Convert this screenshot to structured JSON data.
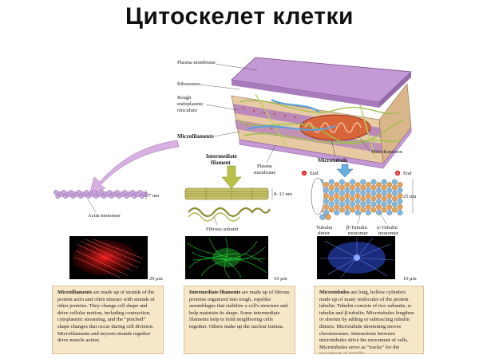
{
  "title": "Цитоскелет  клетки",
  "labels": {
    "plasma_membrane_top": "Plasma membrane",
    "ribosomes": "Ribosomes",
    "rough_er_1": "Rough",
    "rough_er_2": "endoplasmic",
    "rough_er_3": "reticulum",
    "microfilaments": "Microfilaments",
    "intermediate_1": "Intermediate",
    "intermediate_2": "filament",
    "plasma_membrane_mid_1": "Plasma",
    "plasma_membrane_mid_2": "membrane",
    "microtubule": "Microtubule",
    "mitochondrion": "Mitochondrion",
    "actin_monomer": "Actin monomer",
    "fibrous_subunit": "Fibrous subunit",
    "end_minus": "End",
    "end_plus": "End",
    "tubulin_dimer_1": "Tubulin",
    "tubulin_dimer_2": "dimer",
    "beta_tubulin_1": "β-Tubulin",
    "beta_tubulin_2": "monomer",
    "alpha_tubulin_1": "α-Tubulin",
    "alpha_tubulin_2": "monomer",
    "dim_7nm": "7 nm",
    "dim_8_12nm": "8–12 nm",
    "dim_25nm": "25 nm",
    "scale_20um": "20 μm",
    "scale_10um_a": "10 μm",
    "scale_10um_b": "10 μm"
  },
  "descriptions": {
    "microfilaments_term": "Microfilaments",
    "microfilaments_text": " are made up of strands of the protein actin and often interact with strands of other proteins. They change cell shape and drive cellular motion, including contraction, cytoplasmic streaming, and the “pinched” shape changes that occur during cell division. Microfilaments and myosin strands together drive muscle action.",
    "intermediate_term": "Intermediate filaments",
    "intermediate_text": " are made up of fibrous proteins organized into tough, ropelike assemblages that stabilize a cell's structure and help maintain its shape. Some intermediate filaments help to hold neighboring cells together. Others make up the nuclear lamina.",
    "microtubules_term": "Microtubules",
    "microtubules_text": " are long, hollow cylinders made up of many molecules of the protein tubulin. Tubulin consists of two subunits, α-tubulin and β-tubulin. Microtubules lengthen or shorten by adding or subtracting tubulin dimers. Microtubule shortening moves chromosomes. Interactions between microtubules drive the movement of cells. Microtubules serve as “tracks” for the movement of vesicles."
  },
  "colors": {
    "membrane": "#c49ad6",
    "actin": "#c8a6dc",
    "intermediate": "#c9c46a",
    "tubulin_blue": "#7fb8e0",
    "tubulin_orange": "#e6a25a",
    "end_marker": "#e03030",
    "mitochondrion": "#d9663a",
    "desc_bg": "#f6e7c8",
    "micro_red": "#e0101a",
    "micro_green": "#18c020",
    "micro_blue": "#2f4fe0"
  }
}
